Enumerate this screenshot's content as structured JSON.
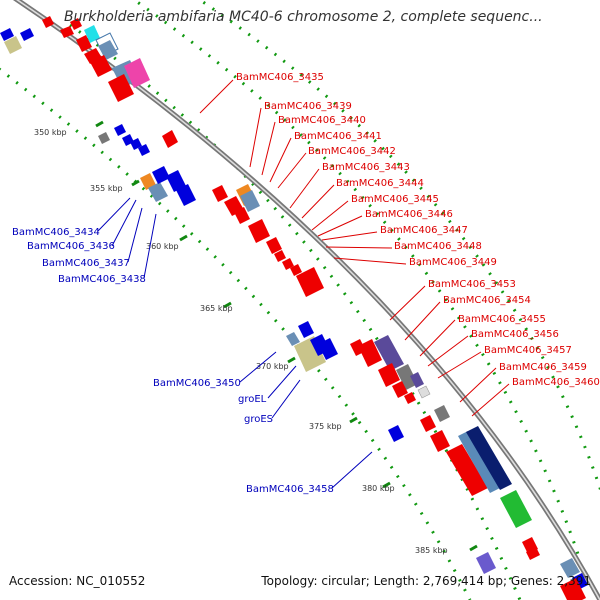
{
  "title": "Burkholderia ambifaria MC40-6 chromosome 2, complete sequenc...",
  "footer": {
    "accession": "Accession: NC_010552",
    "topology": "Topology: circular; Length: 2,769,414 bp; Genes: 2,391"
  },
  "colors": {
    "forward_label": "#dd0000",
    "reverse_label": "#0000bb",
    "backbone": "#888888",
    "tick": "#118811"
  },
  "kbp_ticks": [
    {
      "label": "350 kbp"
    },
    {
      "label": "355 kbp"
    },
    {
      "label": "360 kbp"
    },
    {
      "label": "365 kbp"
    },
    {
      "label": "370 kbp"
    },
    {
      "label": "375 kbp"
    },
    {
      "label": "380 kbp"
    },
    {
      "label": "385 kbp"
    }
  ],
  "forward_labels": [
    "BamMC406_3435",
    "BamMC406_3439",
    "BamMC406_3440",
    "BamMC406_3441",
    "BamMC406_3442",
    "BamMC406_3443",
    "BamMC406_3444",
    "BamMC406_3445",
    "BamMC406_3446",
    "BamMC406_3447",
    "BamMC406_3448",
    "BamMC406_3449",
    "BamMC406_3453",
    "BamMC406_3454",
    "BamMC406_3455",
    "BamMC406_3456",
    "BamMC406_3457",
    "BamMC406_3459",
    "BamMC406_3460"
  ],
  "reverse_labels": [
    "BamMC406_3434",
    "BamMC406_3436",
    "BamMC406_3437",
    "BamMC406_3438",
    "BamMC406_3450",
    "groEL",
    "groES",
    "BamMC406_3458"
  ]
}
